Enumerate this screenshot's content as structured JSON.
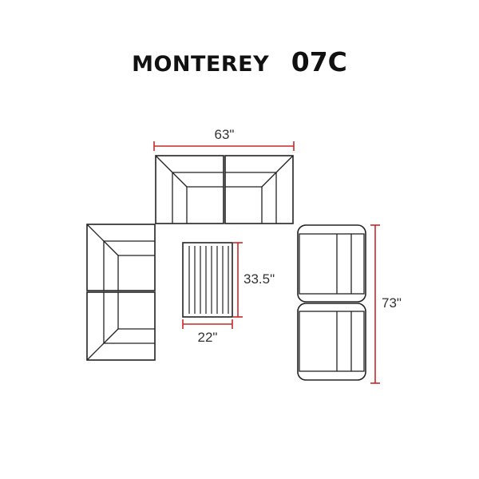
{
  "title": {
    "name": "MONTEREY",
    "model": "07C"
  },
  "dimensions": {
    "top_width": "63\"",
    "table_depth": "33.5\"",
    "table_width": "22\"",
    "right_length": "73\""
  },
  "colors": {
    "outline": "#222222",
    "dimension_line": "#c62828",
    "dimension_text": "#333333"
  }
}
